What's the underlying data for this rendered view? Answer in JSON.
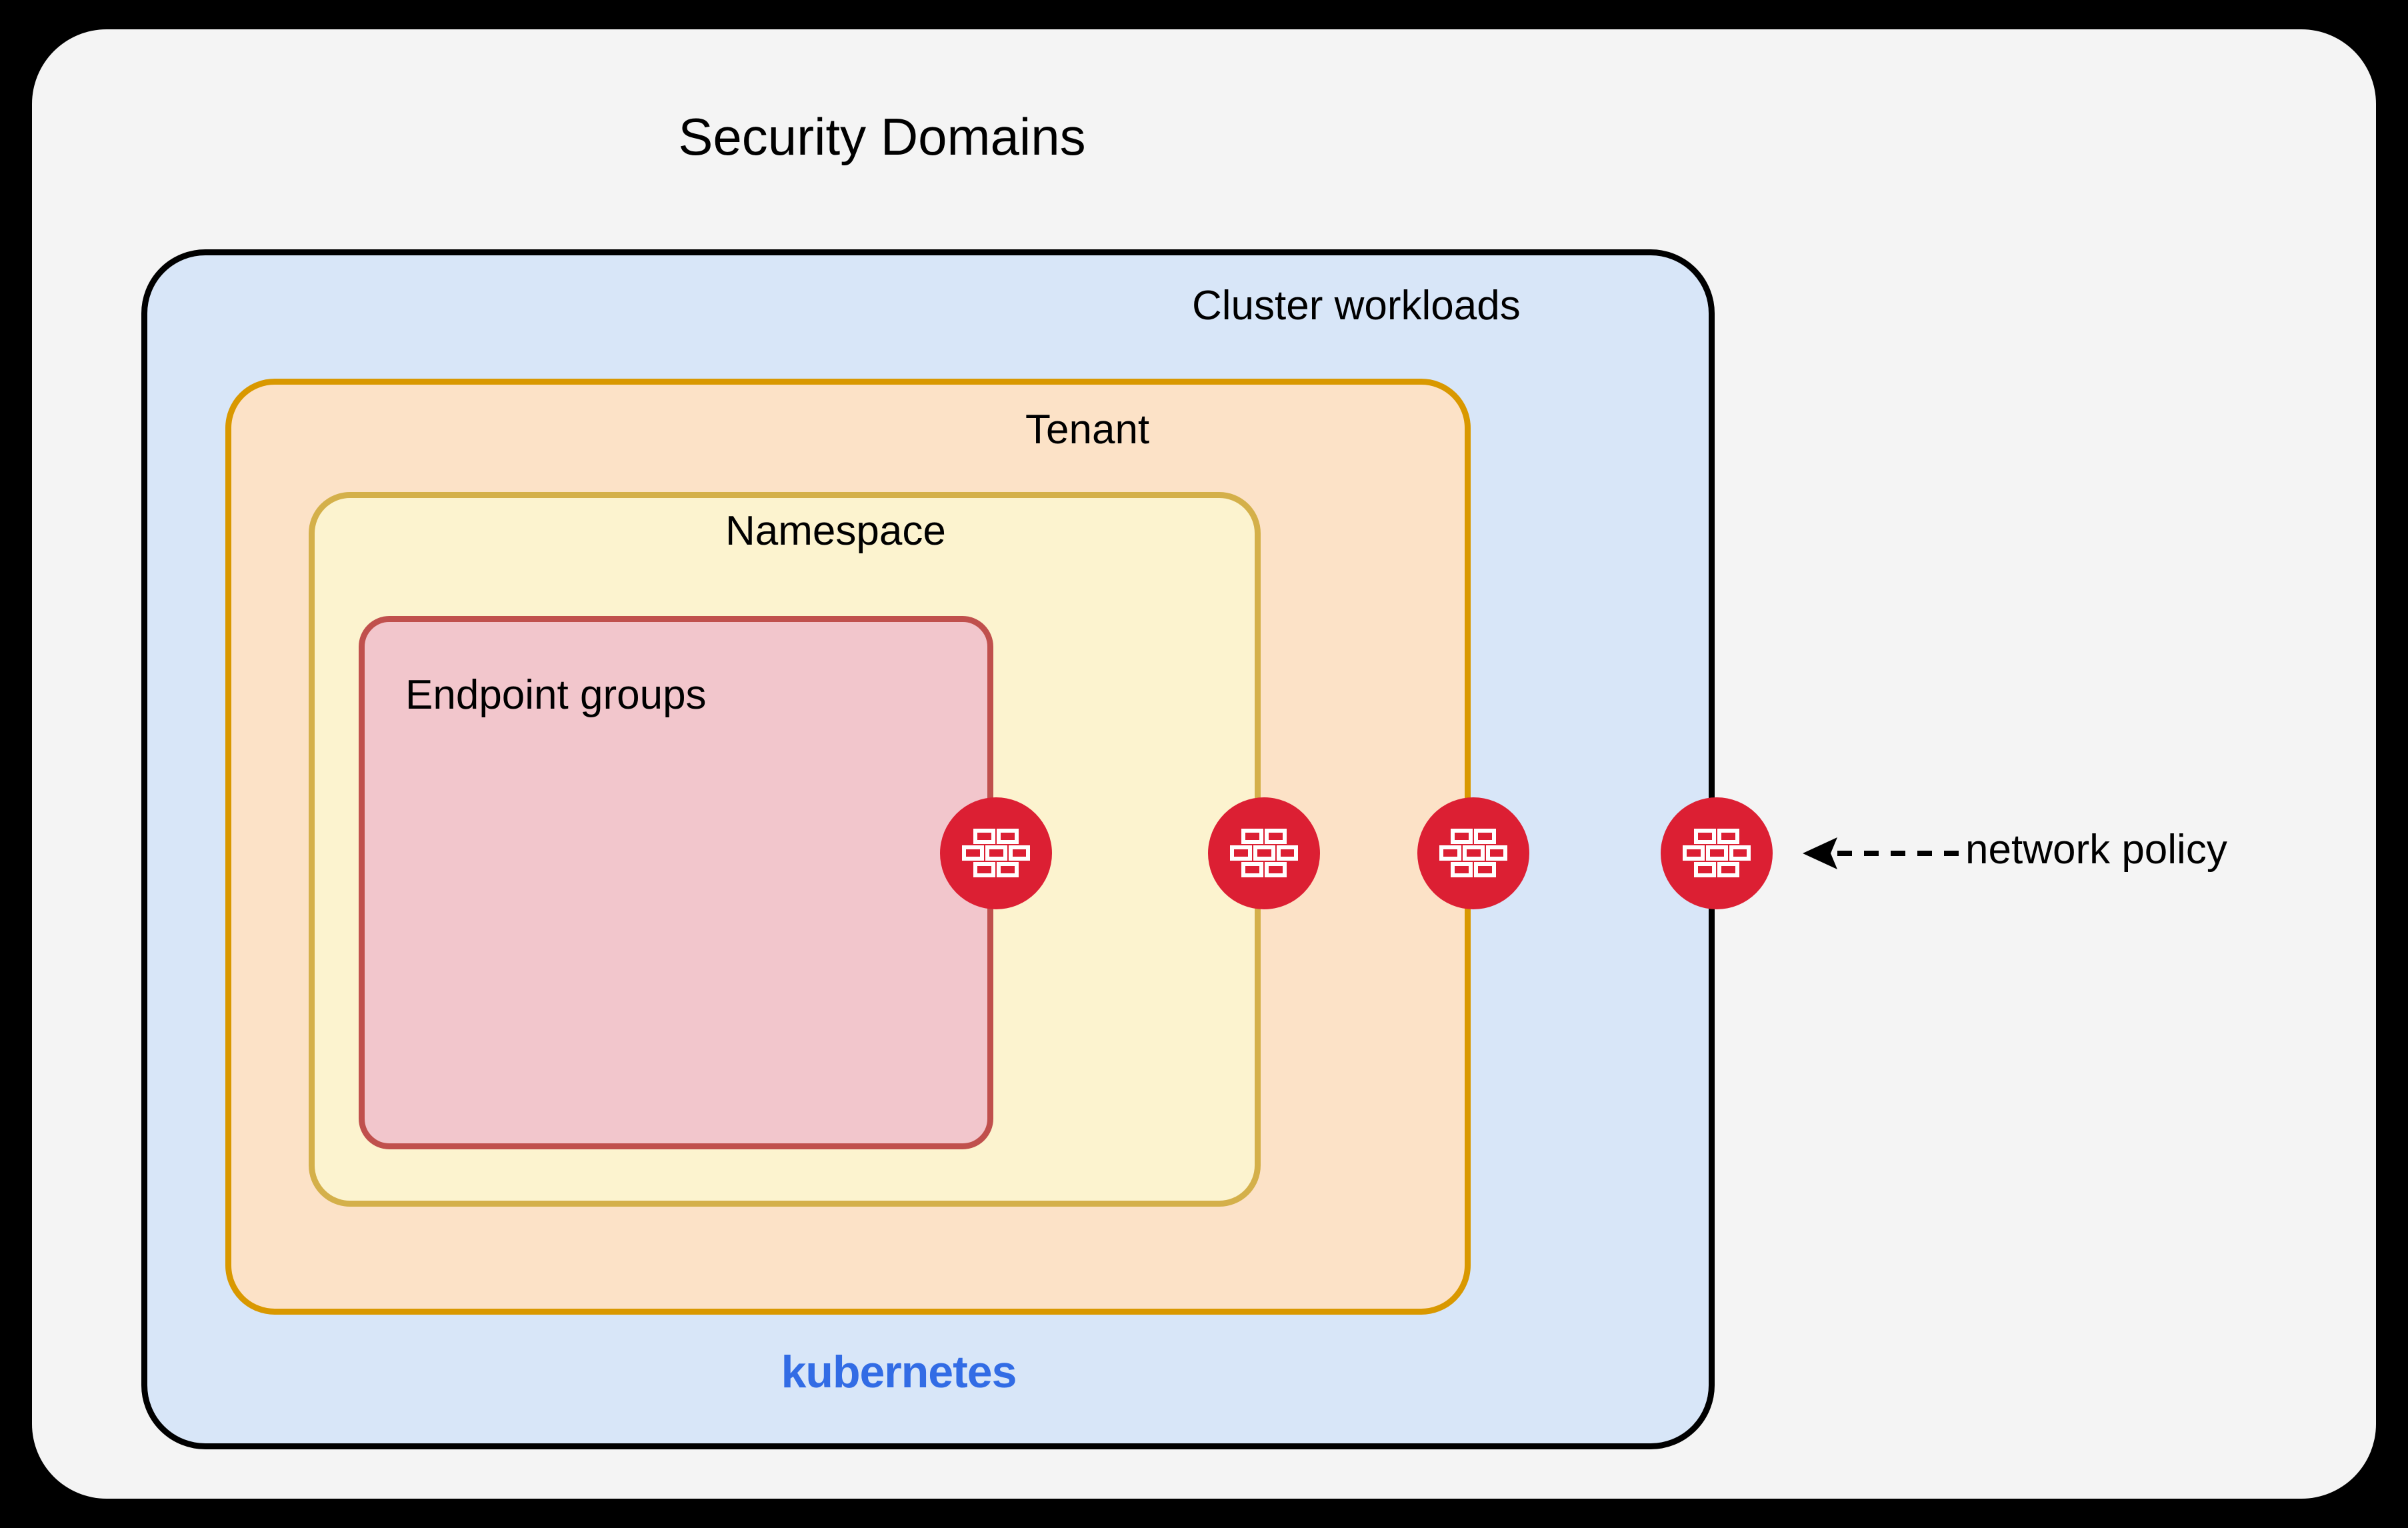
{
  "diagram": {
    "title": "Security Domains",
    "canvas_background": "#000000",
    "panel_background": "#F4F4F4"
  },
  "domains": [
    {
      "id": "cluster-workloads",
      "label": "Cluster workloads",
      "fill": "#D8E6F8",
      "stroke": "#000000",
      "level": 1
    },
    {
      "id": "tenant",
      "label": "Tenant",
      "fill": "#FCE2C7",
      "stroke": "#D99800",
      "level": 2
    },
    {
      "id": "namespace",
      "label": "Namespace",
      "fill": "#FCF3CF",
      "stroke": "#D4B04A",
      "level": 3
    },
    {
      "id": "endpoint-groups",
      "label": "Endpoint groups",
      "fill": "#F2C6CC",
      "stroke": "#C0504D",
      "level": 4
    }
  ],
  "wordmark": {
    "text": "kubernetes",
    "color": "#326CE5"
  },
  "policy_nodes": [
    {
      "icon": "firewall-icon",
      "boundary": "endpoint-groups",
      "color": "#DC1F33"
    },
    {
      "icon": "firewall-icon",
      "boundary": "namespace",
      "color": "#DC1F33"
    },
    {
      "icon": "firewall-icon",
      "boundary": "tenant",
      "color": "#DC1F33"
    },
    {
      "icon": "firewall-icon",
      "boundary": "cluster-workloads",
      "color": "#DC1F33"
    }
  ],
  "annotation": {
    "label": "network policy",
    "arrow": "dashed-left-arrow",
    "color": "#000000"
  }
}
